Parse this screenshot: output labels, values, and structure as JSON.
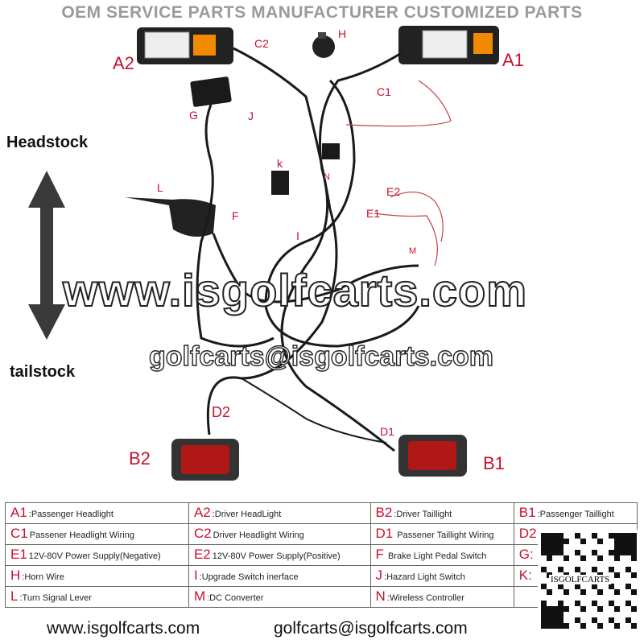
{
  "banner": "OEM SERVICE   PARTS MANUFACTURER   CUSTOMIZED PARTS",
  "side": {
    "top": "Headstock",
    "bottom": "tailstock"
  },
  "labels": {
    "A2": "A2",
    "A1": "A1",
    "C2": "C2",
    "H": "H",
    "C1": "C1",
    "G": "G",
    "J": "J",
    "k": "k",
    "N": "N",
    "L": "L",
    "F": "F",
    "I": "I",
    "E2": "E2",
    "E1": "E1",
    "M": "M",
    "D2": "D2",
    "D1": "D1",
    "B2": "B2",
    "B1": "B1"
  },
  "watermark": {
    "site": "www.isgolfcarts.com",
    "email": "golfcarts@isgolfcarts.com",
    "qr_text": "ISGOLFCARTS"
  },
  "legend": [
    [
      {
        "k": "A1",
        "t": ":Passenger Headlight"
      },
      {
        "k": "A2",
        "t": ":Driver HeadLight"
      },
      {
        "k": "B2",
        "t": ":Driver Taillight"
      },
      {
        "k": "B1",
        "t": ":Passenger Taillight"
      }
    ],
    [
      {
        "k": "C1",
        "t": "Passener Headlight Wiring"
      },
      {
        "k": "C2",
        "t": "Driver Headlight Wiring"
      },
      {
        "k": "D1",
        "t": " Passener Taillight Wiring"
      },
      {
        "k": "D2",
        "t": ""
      }
    ],
    [
      {
        "k": "E1",
        "t": "12V-80V Power Supply(Negative)"
      },
      {
        "k": "E2",
        "t": "12V-80V Power Supply(Positive)"
      },
      {
        "k": "F",
        "t": " Brake Light Pedal Switch"
      },
      {
        "k": "G:",
        "t": ""
      }
    ],
    [
      {
        "k": "H",
        "t": ":Horn Wire"
      },
      {
        "k": "I",
        "t": ":Upgrade Switch inerface"
      },
      {
        "k": "J",
        "t": ":Hazard Light Switch"
      },
      {
        "k": "K:",
        "t": ""
      }
    ],
    [
      {
        "k": "L",
        "t": ":Turn Signal Lever"
      },
      {
        "k": "M",
        "t": ":DC Converter"
      },
      {
        "k": "N",
        "t": ":Wireless Controller"
      },
      {
        "k": "",
        "t": ""
      }
    ]
  ]
}
